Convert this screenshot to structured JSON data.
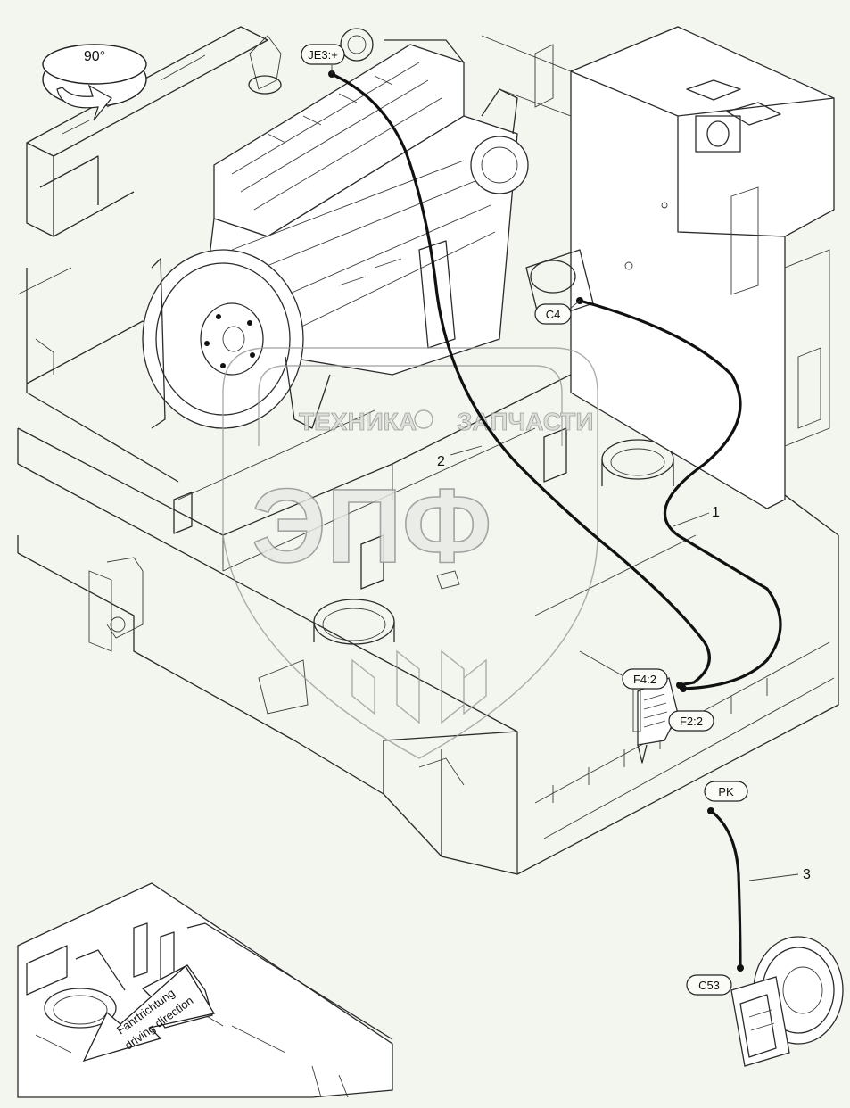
{
  "rotation_label": "90°",
  "callouts": {
    "je3": "JE3:+",
    "c4": "C4",
    "f4": "F4:2",
    "f2": "F2:2",
    "pk": "PK",
    "c53": "C53"
  },
  "item_numbers": {
    "n1": "1",
    "n2": "2",
    "n3": "3"
  },
  "watermark": {
    "top_left": "ТЕХНИКА",
    "top_right": "ЗАПЧАСТИ",
    "logo": "ЭПФ"
  },
  "driving_direction": {
    "line1": "Fahrtrichtung",
    "line2": "driving direction"
  },
  "colors": {
    "background": "#f3f6ef",
    "cable": "#111111",
    "watermark": "#9a9a9a"
  }
}
